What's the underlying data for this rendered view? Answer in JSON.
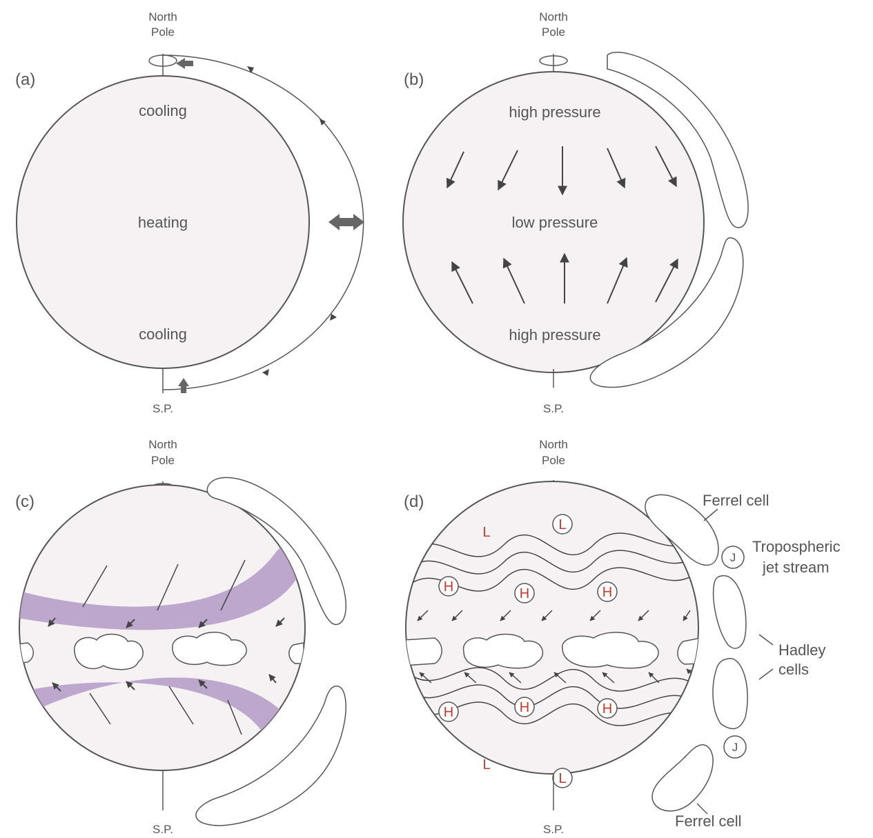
{
  "colors": {
    "globe_fill": "#f6f2f4",
    "outline": "#555555",
    "jet_band": "#b39ac4",
    "high_low_text": "#c0392b"
  },
  "panels": {
    "a": {
      "label": "(a)",
      "pole_north": [
        "North",
        "Pole"
      ],
      "pole_south": "S.P.",
      "top_text": "cooling",
      "middle_text": "heating",
      "bottom_text": "cooling"
    },
    "b": {
      "label": "(b)",
      "pole_north": [
        "North",
        "Pole"
      ],
      "pole_south": "S.P.",
      "top_text": "high pressure",
      "middle_text": "low pressure",
      "bottom_text": "high pressure"
    },
    "c": {
      "label": "(c)",
      "pole_north": [
        "North",
        "Pole"
      ],
      "pole_south": "S.P."
    },
    "d": {
      "label": "(d)",
      "pole_north": [
        "North",
        "Pole"
      ],
      "pole_south": "S.P.",
      "high_symbol": "H",
      "low_symbol": "L",
      "labels": {
        "ferrel_top": "Ferrel cell",
        "jet_stream": [
          "Tropospheric",
          "jet stream"
        ],
        "jet_symbol": "J",
        "hadley": [
          "Hadley",
          "cells"
        ],
        "ferrel_bottom": "Ferrel cell"
      }
    }
  }
}
